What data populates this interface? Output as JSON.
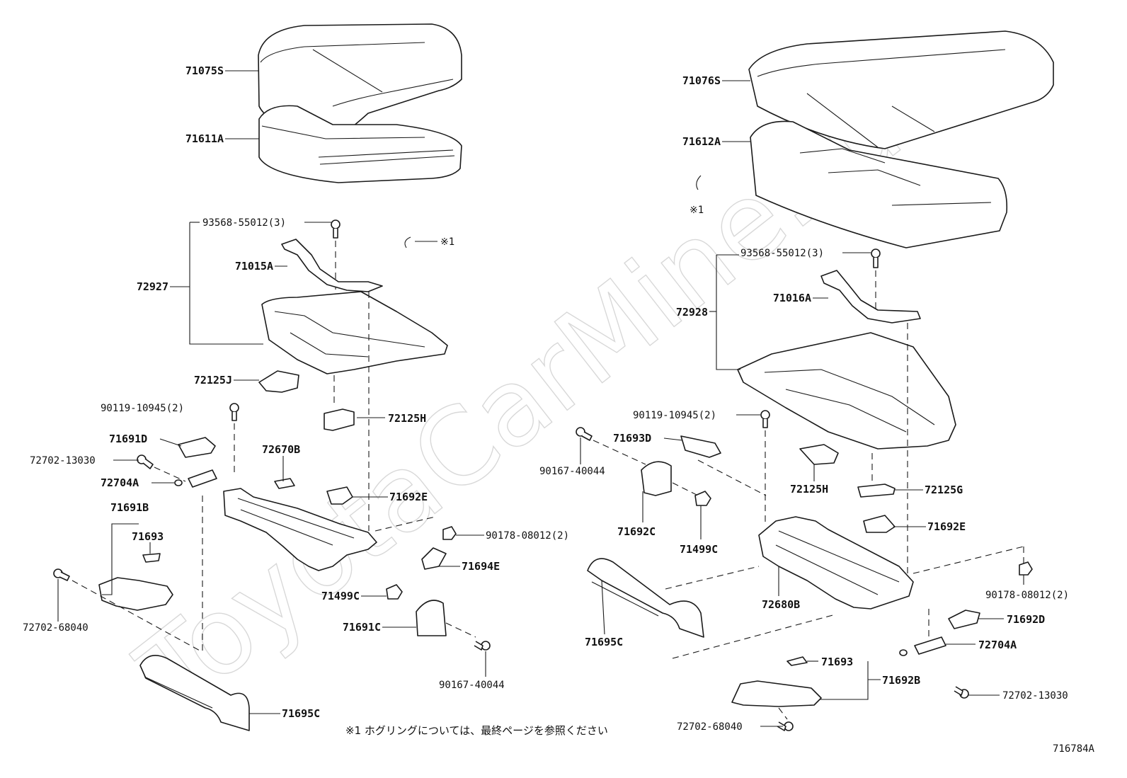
{
  "watermark": "ToyotaCarMine.ru",
  "diagram_code": "716784A",
  "footnote": "※1 ホグリングについては、最終ページを参照ください",
  "labels": {
    "l_71075S": "71075S",
    "l_71611A": "71611A",
    "l_93568_left": "93568-55012(3)",
    "l_ring_left": "※1",
    "l_71015A": "71015A",
    "l_72927": "72927",
    "l_72125J": "72125J",
    "l_90119_left": "90119-10945(2)",
    "l_72125H_left": "72125H",
    "l_71691D": "71691D",
    "l_72670B": "72670B",
    "l_72702_13030_left": "72702-13030",
    "l_72704A_left": "72704A",
    "l_71692E_left": "71692E",
    "l_71691B": "71691B",
    "l_71693_left": "71693",
    "l_90178_left": "90178-08012(2)",
    "l_71694E": "71694E",
    "l_71499C_left": "71499C",
    "l_72702_68040_left": "72702-68040",
    "l_71691C": "71691C",
    "l_90167_left": "90167-40044",
    "l_71695C_left": "71695C",
    "l_71076S": "71076S",
    "l_71612A": "71612A",
    "l_ring_right": "※1",
    "l_93568_right": "93568-55012(3)",
    "l_71016A": "71016A",
    "l_72928": "72928",
    "l_90119_right": "90119-10945(2)",
    "l_71693D": "71693D",
    "l_90167_right": "90167-40044",
    "l_72125H_right": "72125H",
    "l_72125G": "72125G",
    "l_71692C": "71692C",
    "l_71499C_right": "71499C",
    "l_71692E_right": "71692E",
    "l_90178_right": "90178-08012(2)",
    "l_71695C_right": "71695C",
    "l_72680B": "72680B",
    "l_71692D": "71692D",
    "l_72704A_right": "72704A",
    "l_71693_right": "71693",
    "l_71692B": "71692B",
    "l_72702_13030_right": "72702-13030",
    "l_72702_68040_right": "72702-68040"
  }
}
